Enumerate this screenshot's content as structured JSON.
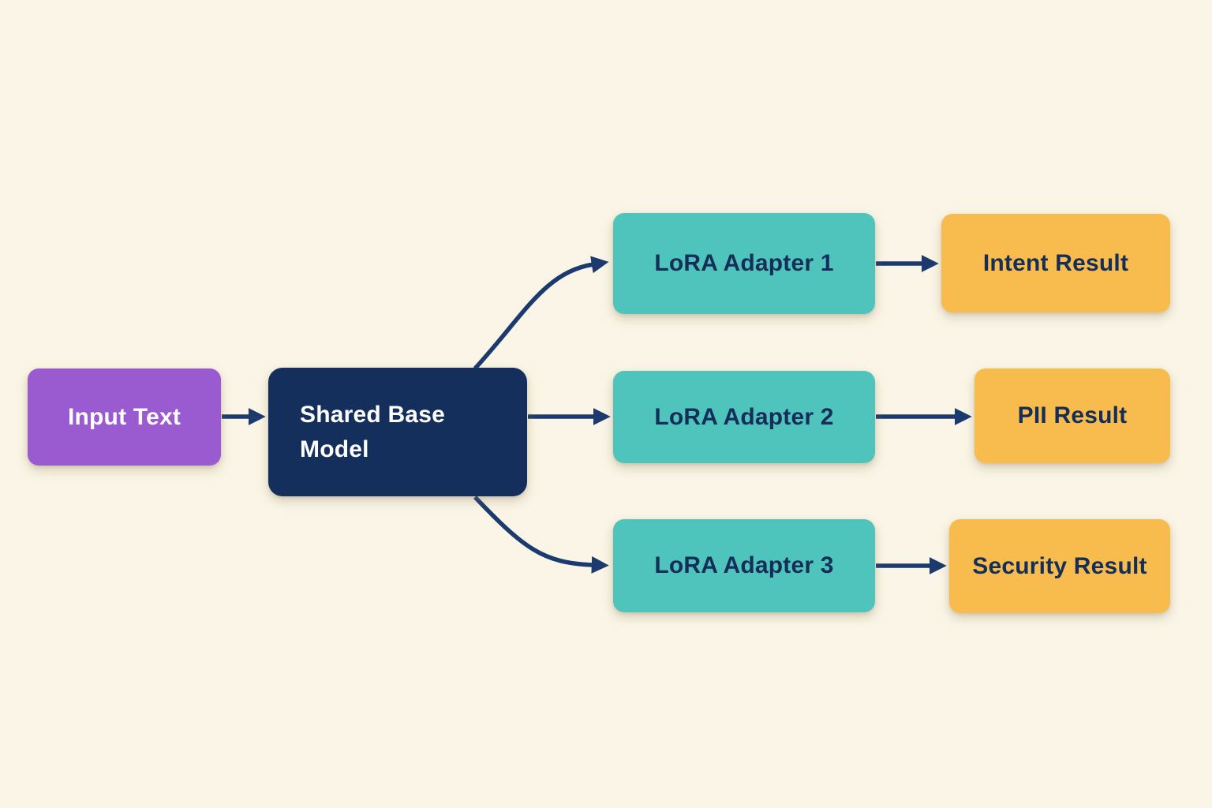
{
  "diagram": {
    "background_color": "#faf5e6",
    "arrow_color": "#1b3a6e",
    "nodes": {
      "input_text": {
        "label": "Input Text",
        "fill": "#9a5ad0",
        "text_color": "#ffffff"
      },
      "shared_base_model": {
        "label": "Shared Base Model",
        "fill": "#142f5c",
        "text_color": "#ffffff"
      },
      "lora_adapter_1": {
        "label": "LoRA Adapter 1",
        "fill": "#4fc4bc",
        "text_color": "#152e57"
      },
      "lora_adapter_2": {
        "label": "LoRA Adapter 2",
        "fill": "#4fc4bc",
        "text_color": "#152e57"
      },
      "lora_adapter_3": {
        "label": "LoRA Adapter 3",
        "fill": "#4fc4bc",
        "text_color": "#152e57"
      },
      "intent_result": {
        "label": "Intent Result",
        "fill": "#f8bc4e",
        "text_color": "#152e57"
      },
      "pii_result": {
        "label": "PII Result",
        "fill": "#f8bc4e",
        "text_color": "#152e57"
      },
      "security_result": {
        "label": "Security Result",
        "fill": "#f8bc4e",
        "text_color": "#152e57"
      }
    },
    "edges": [
      {
        "from": "input_text",
        "to": "shared_base_model"
      },
      {
        "from": "shared_base_model",
        "to": "lora_adapter_1"
      },
      {
        "from": "shared_base_model",
        "to": "lora_adapter_2"
      },
      {
        "from": "shared_base_model",
        "to": "lora_adapter_3"
      },
      {
        "from": "lora_adapter_1",
        "to": "intent_result"
      },
      {
        "from": "lora_adapter_2",
        "to": "pii_result"
      },
      {
        "from": "lora_adapter_3",
        "to": "security_result"
      }
    ]
  }
}
